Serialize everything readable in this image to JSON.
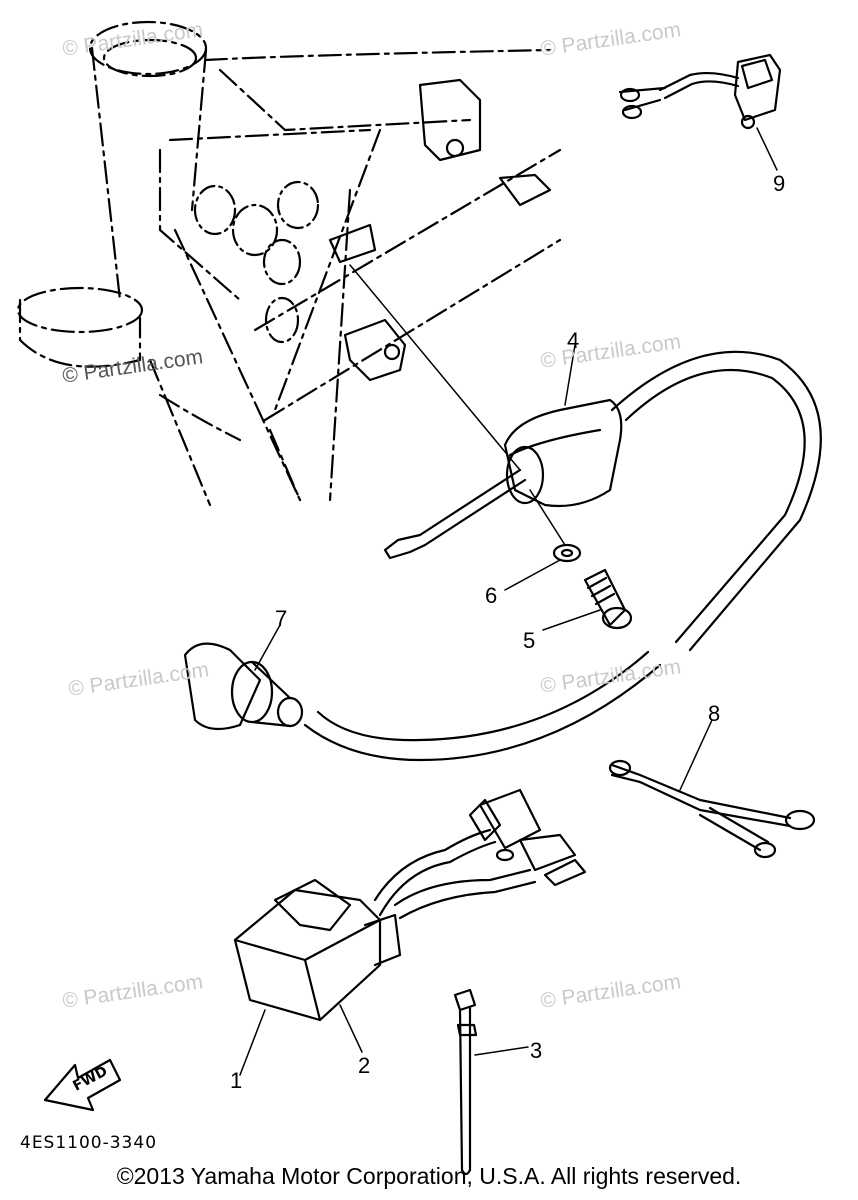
{
  "callouts": {
    "c1": "1",
    "c2": "2",
    "c3": "3",
    "c4": "4",
    "c5": "5",
    "c6": "6",
    "c7": "7",
    "c8": "8",
    "c9": "9"
  },
  "watermark": "© Partzilla.com",
  "fwd_label": "FWD",
  "drawing_code": "4ES1100-3340",
  "copyright": "©2013  Yamaha Motor Corporation, U.S.A. All rights reserved."
}
